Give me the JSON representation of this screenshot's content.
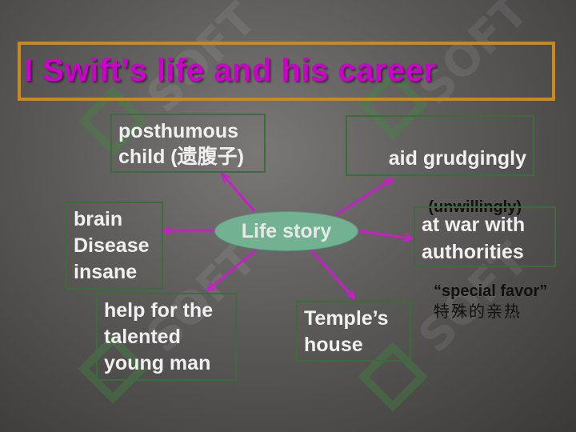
{
  "title": "I   Swift’s life and his career",
  "center_label": "Life story",
  "nodes": {
    "posthumous": "posthumous\nchild (遗腹子)",
    "aid": "aid grudgingly",
    "aid_sub": "(unwillingly)",
    "brain": "brain\nDisease\ninsane",
    "war": "at war with\nauthorities",
    "help": "help for the\ntalented\nyoung man",
    "temple": "Temple’s\n  house"
  },
  "special_favor": "“special favor”",
  "special_favor_cn": "特殊的亲热",
  "watermark_text": "SOFT",
  "colors": {
    "title": "#cc00cc",
    "title_frame": "#c98a1a",
    "arrow": "#c81ec8",
    "center_fill": "#73b193",
    "node_border": "#3d6b3d"
  }
}
